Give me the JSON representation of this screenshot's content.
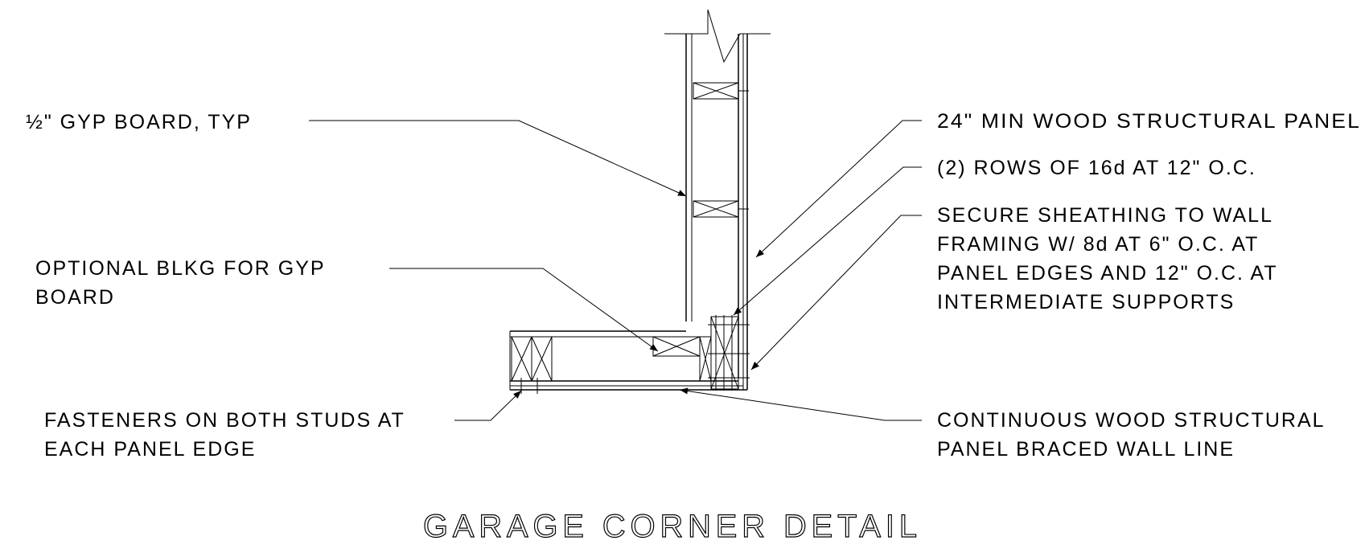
{
  "title": "GARAGE CORNER DETAIL",
  "callouts": {
    "gyp_board": "½\" GYP BOARD, TYP",
    "optional_blkg": [
      "OPTIONAL BLKG FOR GYP",
      "BOARD"
    ],
    "fasteners": [
      "FASTENERS ON BOTH STUDS AT",
      "EACH PANEL EDGE"
    ],
    "min_panel": "24\" MIN WOOD STRUCTURAL PANEL",
    "rows_16d": "(2) ROWS OF 16d AT 12\" O.C.",
    "secure_sheathing": [
      "SECURE SHEATHING TO WALL",
      "FRAMING W/ 8d AT 6\" O.C. AT",
      "PANEL EDGES AND 12\" O.C. AT",
      "INTERMEDIATE SUPPORTS"
    ],
    "continuous_panel": [
      "CONTINUOUS WOOD STRUCTURAL",
      "PANEL BRACED WALL LINE"
    ]
  }
}
